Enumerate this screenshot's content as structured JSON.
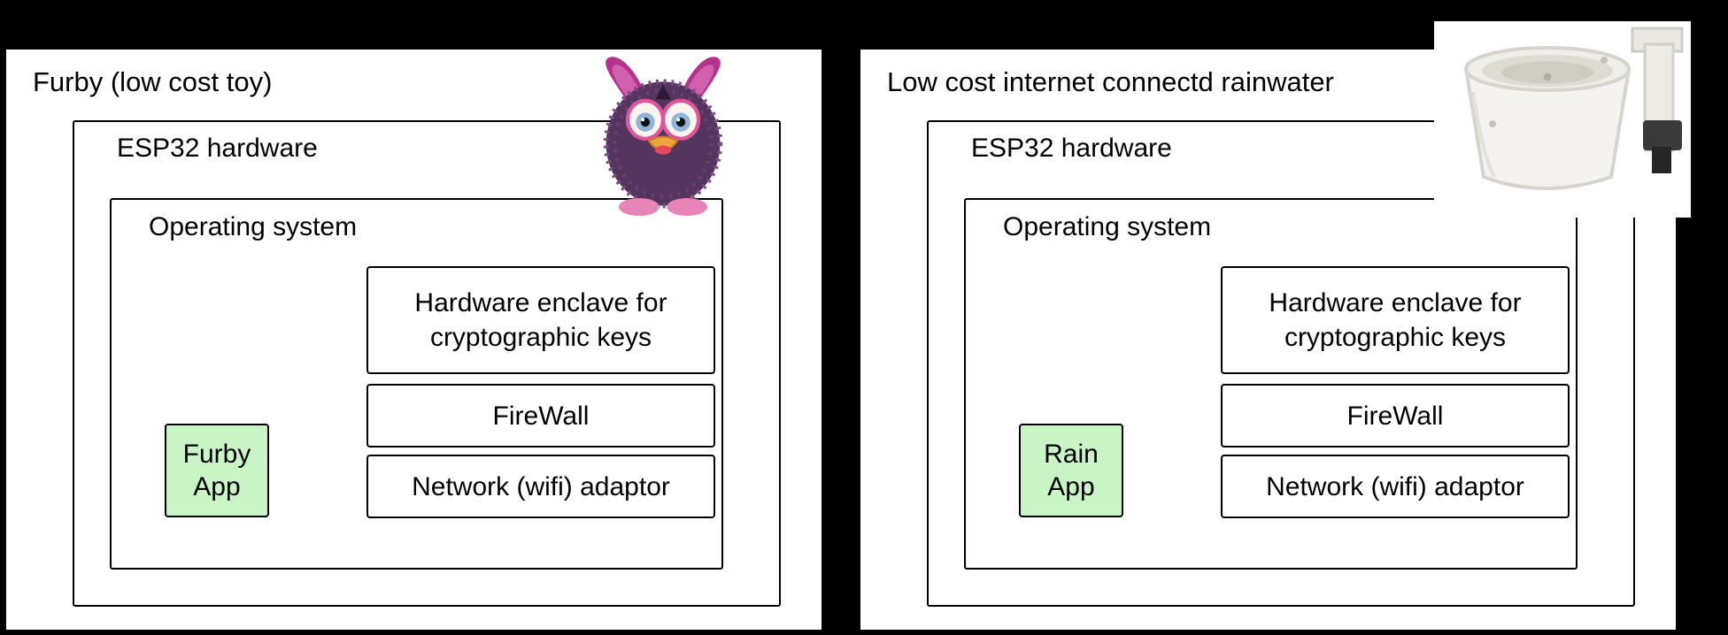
{
  "canvas": {
    "background": "#000000"
  },
  "panels": [
    {
      "title": "Furby (low cost toy)",
      "hardware": {
        "label": "ESP32 hardware"
      },
      "os": {
        "label": "Operating system"
      },
      "app": {
        "label": "Furby App",
        "fill": "#c9f4c6"
      },
      "components": [
        {
          "label": "Hardware enclave for cryptographic keys"
        },
        {
          "label": "FireWall"
        },
        {
          "label": "Network (wifi) adaptor"
        }
      ],
      "image": "furby-toy-photo"
    },
    {
      "title": "Low cost internet connectd rainwater",
      "hardware": {
        "label": "ESP32 hardware"
      },
      "os": {
        "label": "Operating system"
      },
      "app": {
        "label": "Rain App",
        "fill": "#c9f4c6"
      },
      "components": [
        {
          "label": "Hardware enclave for cryptographic keys"
        },
        {
          "label": "FireWall"
        },
        {
          "label": "Network (wifi) adaptor"
        }
      ],
      "image": "rain-gauge-photo"
    }
  ]
}
